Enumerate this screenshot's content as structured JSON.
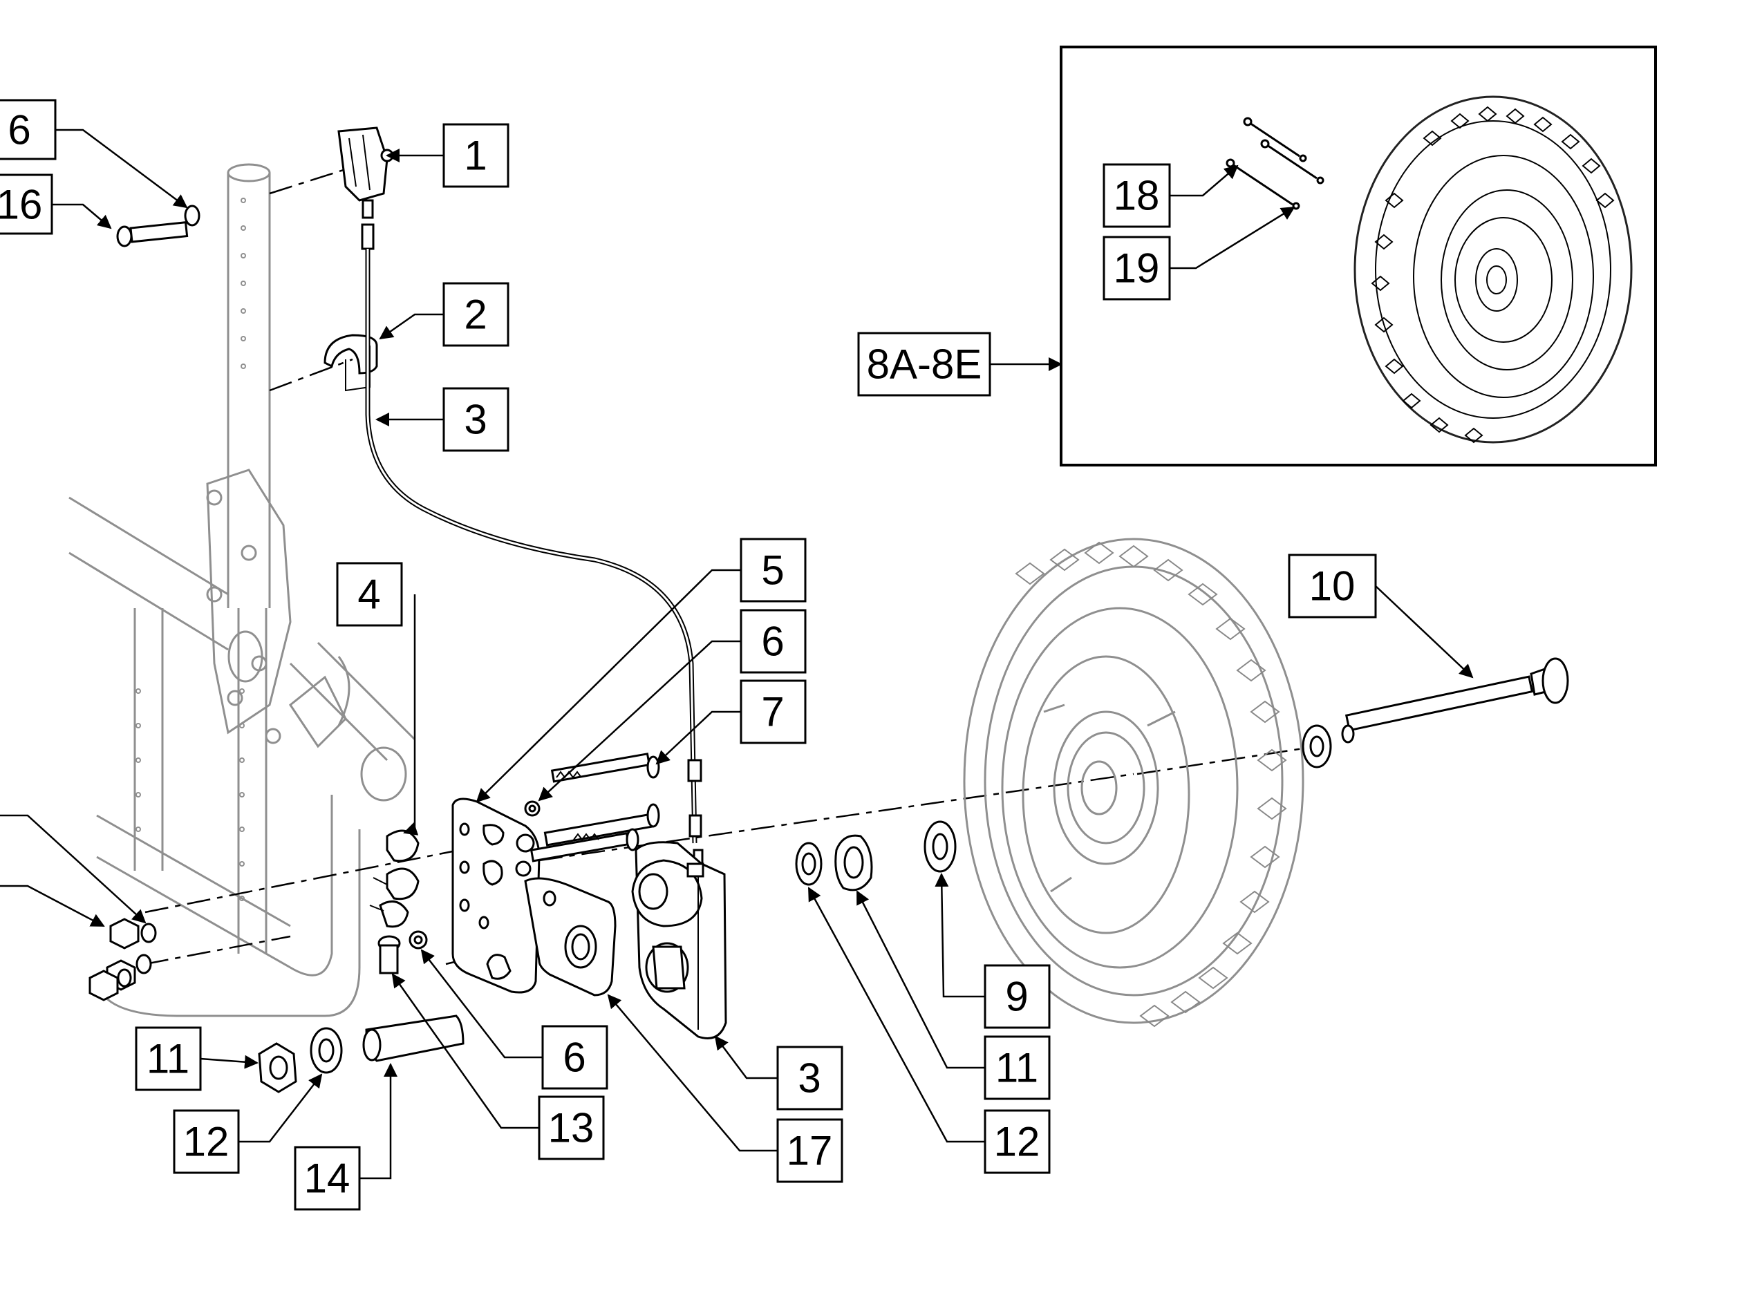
{
  "callouts": {
    "c1": "1",
    "c2": "2",
    "c3a": "3",
    "c3b": "3",
    "c4": "4",
    "c5": "5",
    "c6a": "6",
    "c6b": "6",
    "c6c": "6",
    "c7": "7",
    "c9": "9",
    "c10": "10",
    "c11a": "11",
    "c11b": "11",
    "c12a": "12",
    "c12b": "12",
    "c13": "13",
    "c14": "14",
    "c16": "16",
    "c17": "17",
    "c18": "18",
    "c19": "19",
    "c8": "8A-8E"
  }
}
